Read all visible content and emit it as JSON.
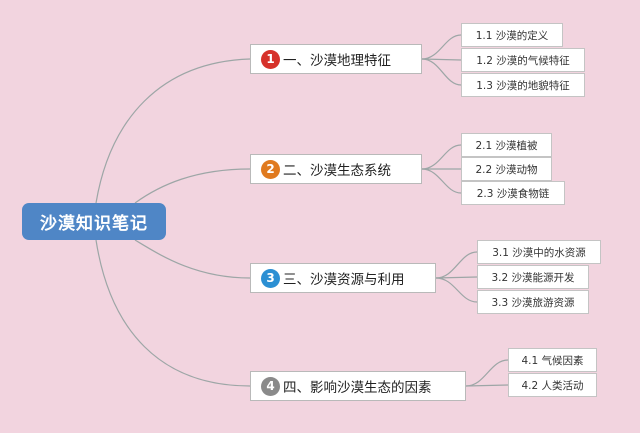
{
  "root": {
    "title": "沙漠知识笔记"
  },
  "colors": {
    "background": "#f2d4df",
    "root": "#4f86c6",
    "line": "#9da6a6"
  },
  "branches": [
    {
      "number": "1",
      "label": "一、沙漠地理特征",
      "badge_color": "#d6312a",
      "badge_icon": "number-badge",
      "children": [
        "1.1 沙漠的定义",
        "1.2 沙漠的气候特征",
        "1.3 沙漠的地貌特征"
      ]
    },
    {
      "number": "2",
      "label": "二、沙漠生态系统",
      "badge_color": "#e07a1f",
      "badge_icon": "number-badge",
      "children": [
        "2.1 沙漠植被",
        "2.2 沙漠动物",
        "2.3 沙漠食物链"
      ]
    },
    {
      "number": "3",
      "label": "三、沙漠资源与利用",
      "badge_color": "#2b8fd3",
      "badge_icon": "number-badge",
      "children": [
        "3.1 沙漠中的水资源",
        "3.2 沙漠能源开发",
        "3.3 沙漠旅游资源"
      ]
    },
    {
      "number": "4",
      "label": "四、影响沙漠生态的因素",
      "badge_color": "#8a8a8a",
      "badge_icon": "number-badge",
      "children": [
        "4.1 气候因素",
        "4.2 人类活动"
      ]
    }
  ]
}
